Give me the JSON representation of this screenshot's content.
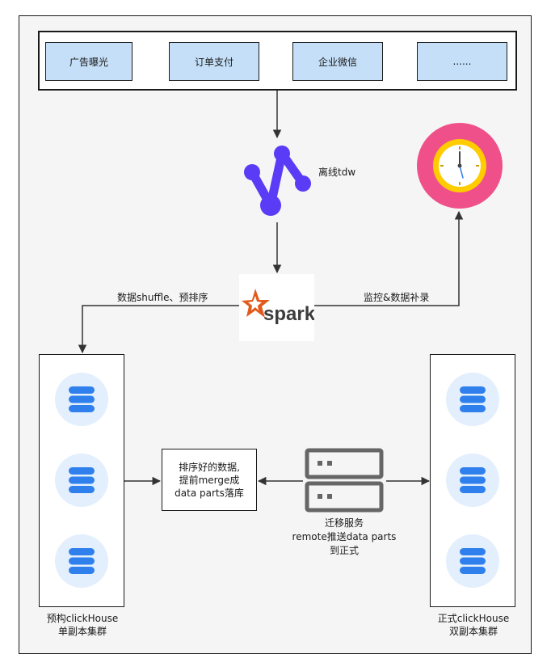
{
  "sources": [
    "广告曝光",
    "订单支付",
    "企业微信",
    "......"
  ],
  "offline_label": "离线tdw",
  "shuffle_label": "数据shuffle、预排序",
  "monitor_label": "监控&数据补录",
  "spark_text": "spark",
  "mid_box": [
    "排序好的数据,",
    "提前merge成",
    "data parts落库"
  ],
  "migration_label": [
    "迁移服务",
    "remote推送data parts",
    "到正式"
  ],
  "left_cluster_label": [
    "预构clickHouse",
    "单副本集群"
  ],
  "right_cluster_label": [
    "正式clickHouse",
    "双副本集群"
  ],
  "colors": {
    "source_fill": "#c4dff7",
    "tdw_purple": "#5b3cf6",
    "db_blue": "#2f80ed",
    "clock_pink": "#f0508a",
    "clock_yellow": "#ffcc00",
    "spark_orange": "#e25a1c"
  },
  "icons": [
    "tdw-logo-icon",
    "clock-icon",
    "spark-logo-icon",
    "server-icon",
    "database-icon"
  ]
}
